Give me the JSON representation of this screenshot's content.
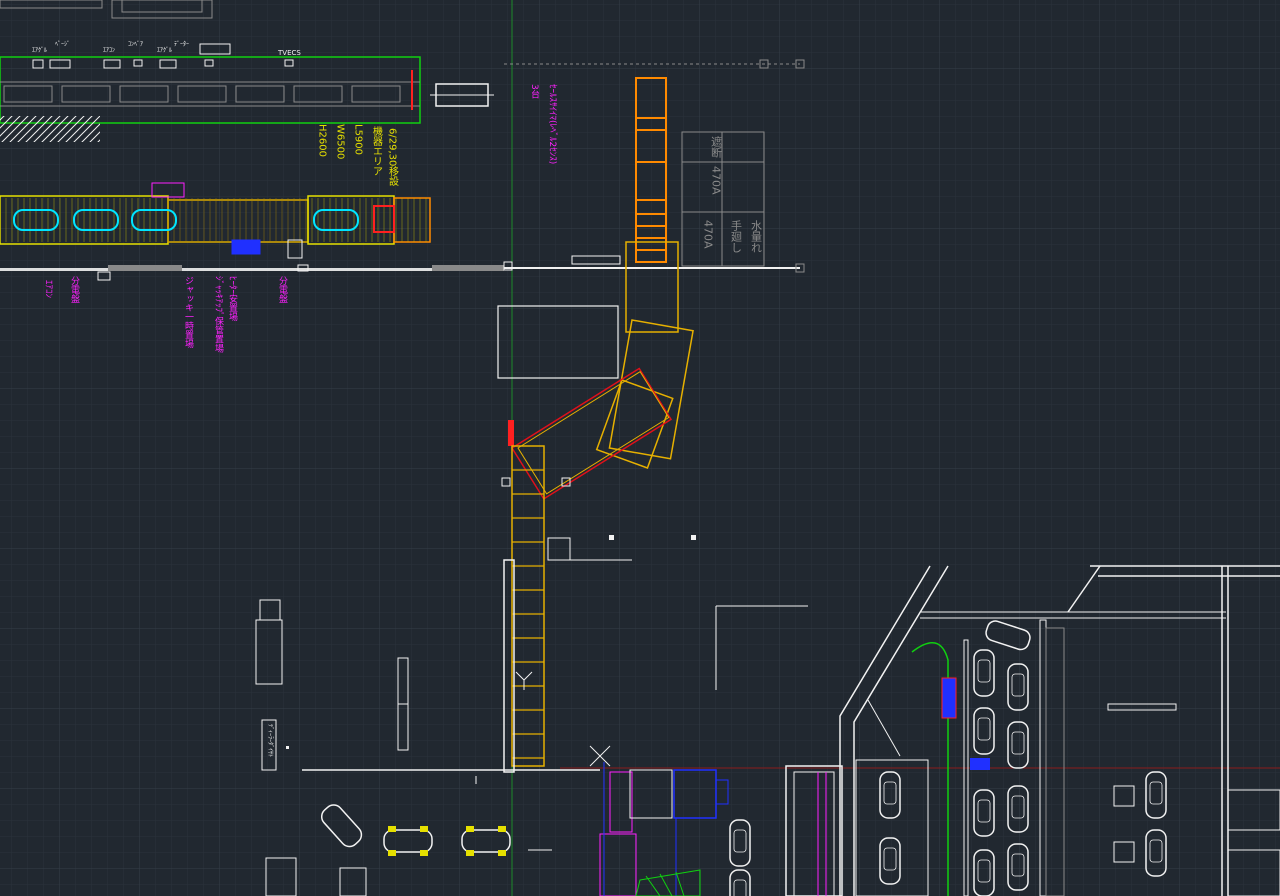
{
  "app": {
    "name": "CAD model space viewport"
  },
  "colors": {
    "background": "#212830",
    "grid_minor": "#2a323b",
    "grid_major": "#353e48",
    "white": "#f2f2f2",
    "yellow": "#e6e000",
    "orange": "#ff8a00",
    "red": "#ff2020",
    "green": "#10d010",
    "cyan": "#00e5ff",
    "magenta": "#ff20ff",
    "blue": "#2030ff",
    "gold": "#d8a800",
    "gray": "#8a8a8a"
  },
  "labels": {
    "top_equipment": [
      "ｴｱｸﾞﾙ",
      "ﾍﾟｰｼﾞ",
      "ｴｱｺﾝ",
      "ｺﾝﾍﾞｱ",
      "ｴｱｸﾞﾙ",
      "ﾃﾞｰﾀｰ",
      "TVECS"
    ],
    "line_notes": [
      "6/29,30移設",
      "機器エリア",
      "L5900",
      "W6500",
      "H2600"
    ],
    "side_notes": [
      "ｴｱｺﾝ",
      "分電盤",
      "ジャッキ一時置場",
      "ﾋｰﾀｰ安置場",
      "ｼﾞｬｯｷｱｯﾌﾟ保管置場",
      "分電盤"
    ],
    "aux_note": "ｾｰﾙｽｻｲｲﾏ(ﾚﾍﾞﾙ2ｾﾝｽ)",
    "aux_note2": "3台",
    "table_cells": [
      "遮断",
      "470A",
      "水量れ",
      "手廻し",
      "470A"
    ],
    "small_tag": "ﾃﾞｨｰﾗｰﾀﾞｲｻﾄ"
  }
}
